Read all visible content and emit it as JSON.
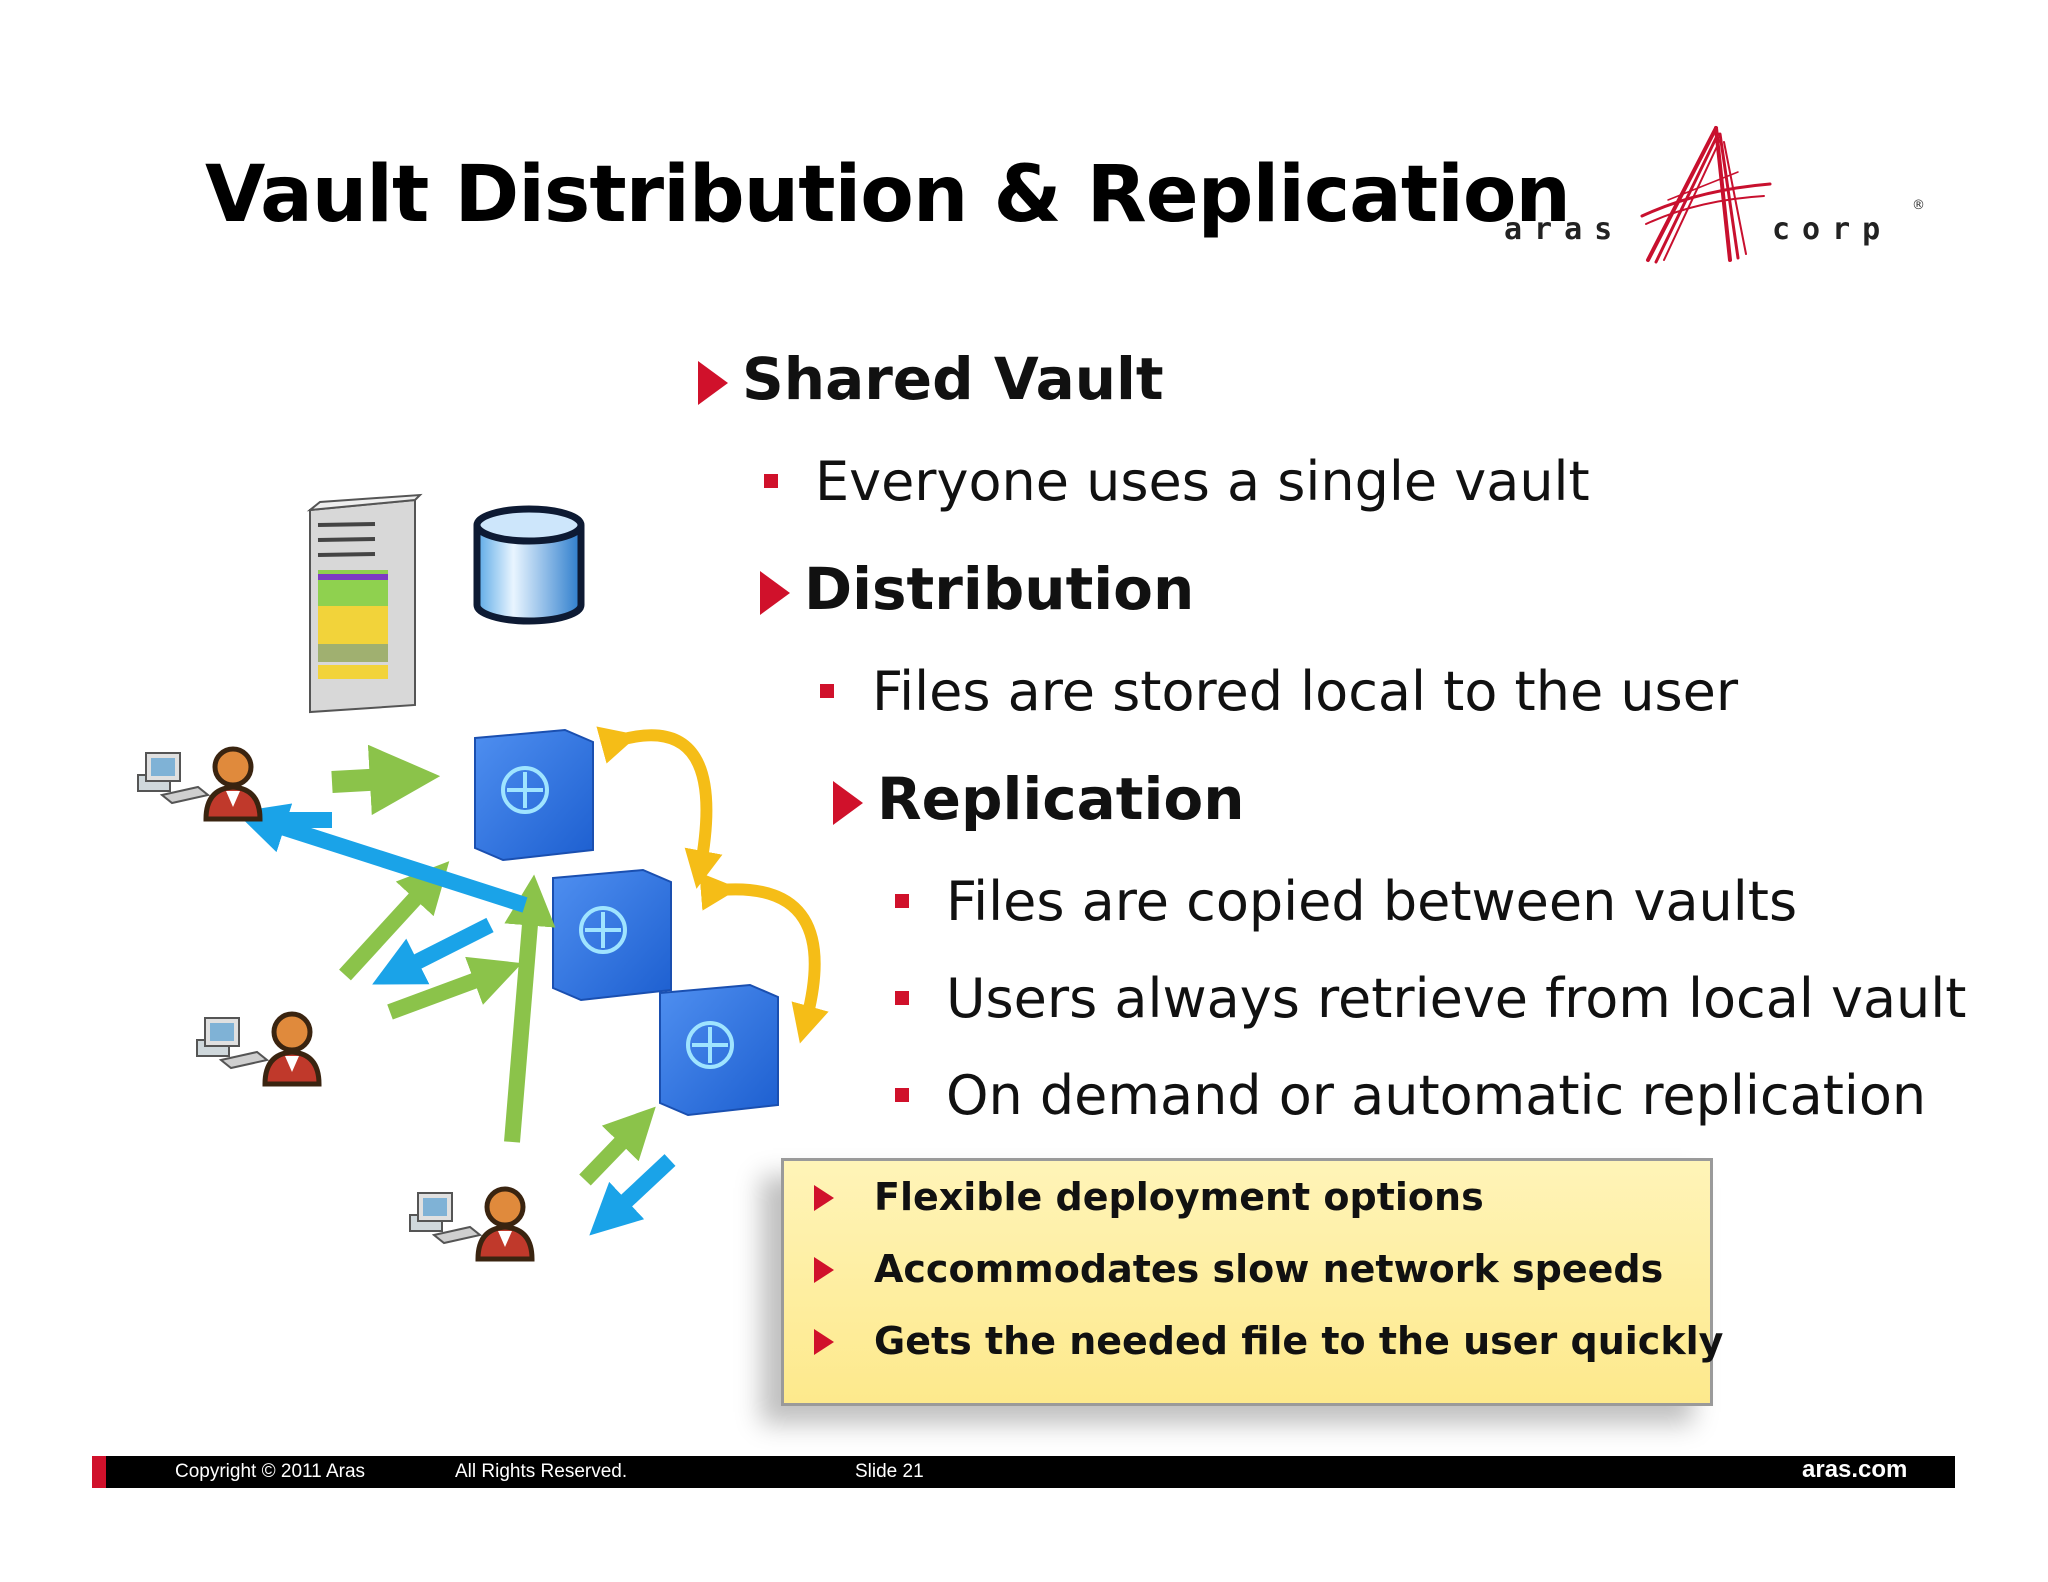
{
  "title": "Vault Distribution & Replication",
  "logo": {
    "left_word": "aras",
    "right_word": "corp",
    "registered_mark": "®"
  },
  "bullets": {
    "shared_vault": "Shared Vault",
    "shared_vault_sub": "Everyone uses a single vault",
    "distribution": "Distribution",
    "distribution_sub": "Files are stored local to the user",
    "replication": "Replication",
    "replication_subs": [
      "Files are copied between vaults",
      "Users always retrieve from local vault",
      "On demand or automatic replication"
    ]
  },
  "callout": [
    "Flexible deployment options",
    "Accommodates slow network speeds",
    "Gets the needed file to the user quickly"
  ],
  "footer": {
    "copyright": "Copyright © 2011 Aras",
    "rights": "All Rights Reserved.",
    "slide": "Slide 21",
    "site": "aras.com"
  },
  "colors": {
    "accent_red": "#d0112b",
    "arrow_green": "#8bc34a",
    "arrow_blue": "#1aa3e8",
    "arrow_yellow": "#f5bd17",
    "callout_fill": "#fde98c"
  },
  "icons": [
    "server-icon",
    "database-icon",
    "vault-icon",
    "workstation-user-icon"
  ]
}
